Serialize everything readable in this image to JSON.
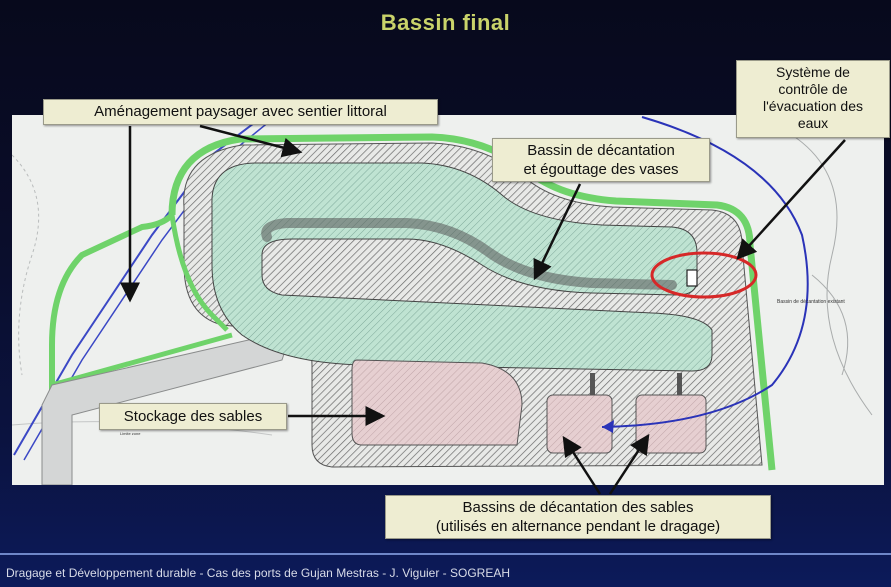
{
  "slide": {
    "title": "Bassin final",
    "footer": "Dragage et Développement durable - Cas des ports de Gujan Mestras - J. Viguier - SOGREAH"
  },
  "callouts": {
    "landscape": "Aménagement paysager avec sentier littoral",
    "control_line1": "Système de",
    "control_line2": "contrôle de",
    "control_line3": "l'évacuation des",
    "control_line4": "eaux",
    "decant_line1": "Bassin de décantation",
    "decant_line2": "et égouttage des vases",
    "sand_storage": "Stockage des sables",
    "sand_basins_line1": "Bassins de décantation des sables",
    "sand_basins_line2": "(utilisés en alternance pendant le dragage)"
  },
  "colors": {
    "title": "#c9d36a",
    "callout_bg": "#eeedd2",
    "green_path": "#6fd36a",
    "basin_fill": "#b9dfcf",
    "sand_fill": "#e4c8cb",
    "control_circle": "#d62828",
    "water_flow": "#2a33b8"
  }
}
